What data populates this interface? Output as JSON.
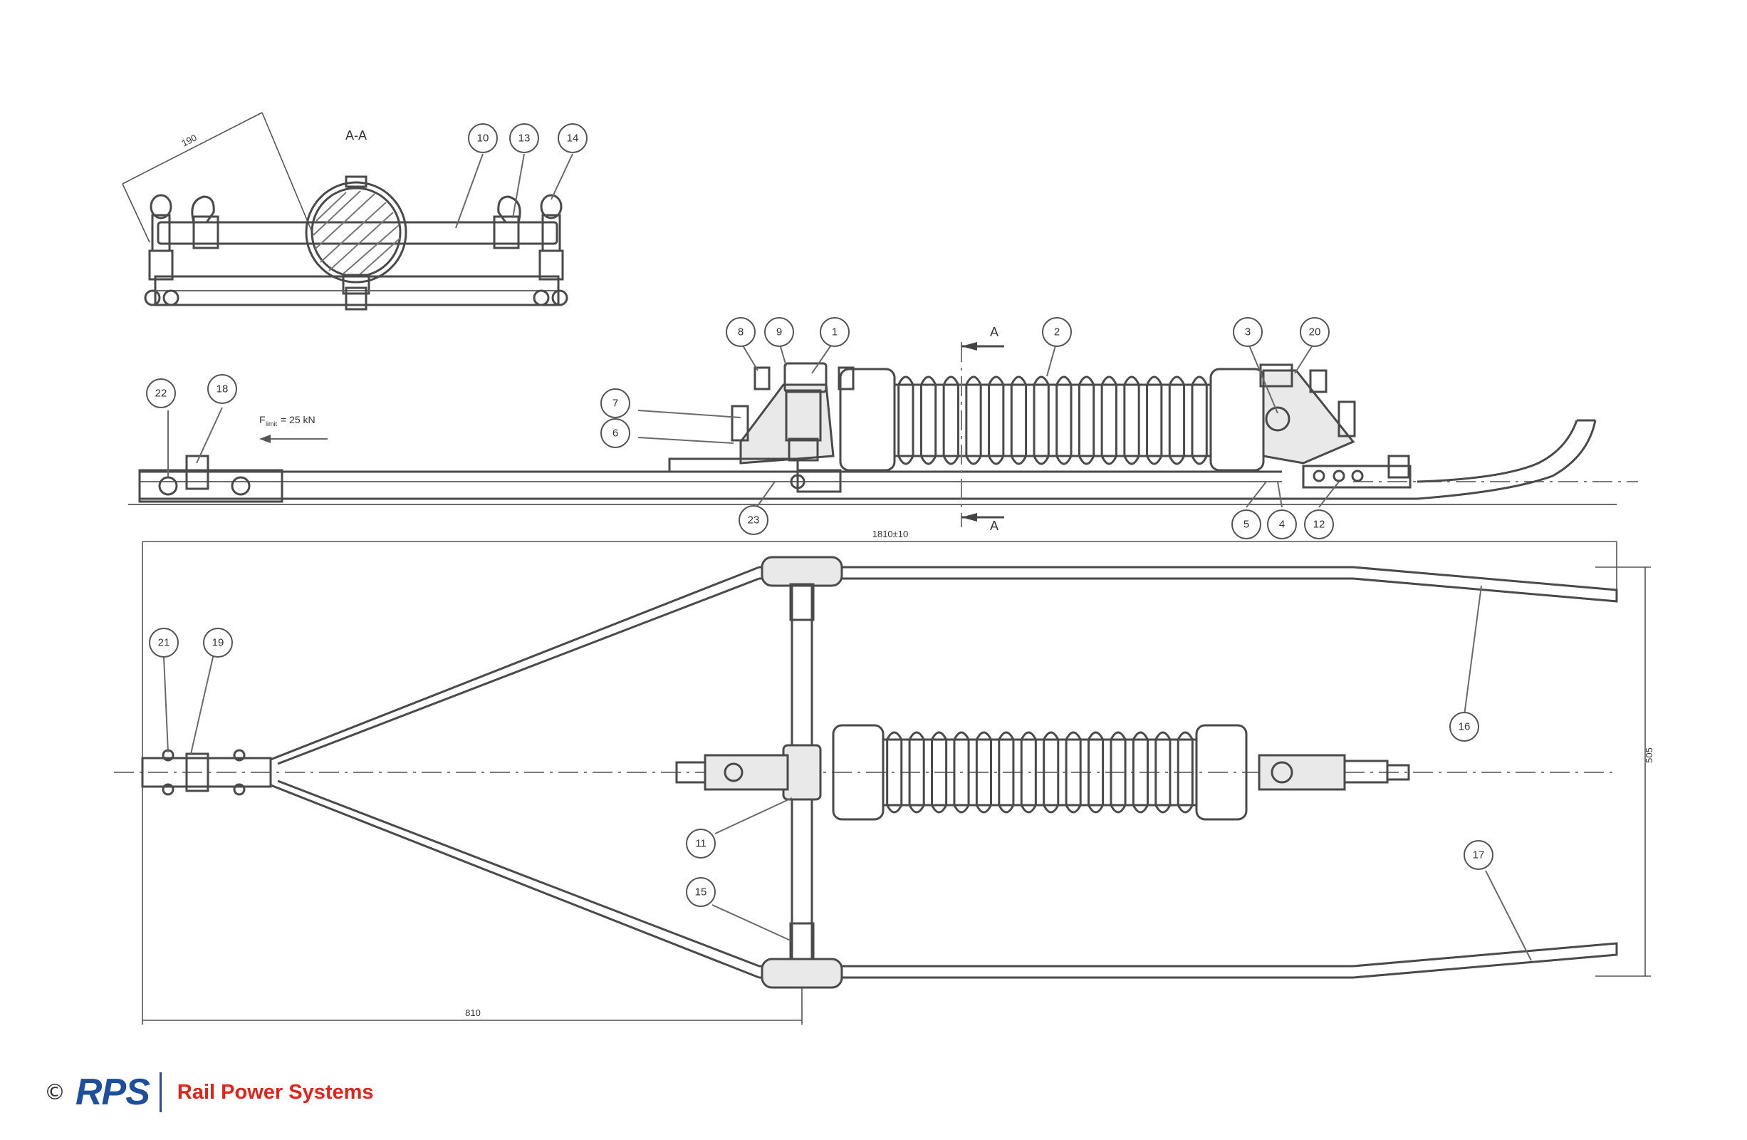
{
  "section_title": "A-A",
  "section_marker": "A",
  "force_label": "F",
  "force_sub": "limit",
  "force_value": "= 25 kN",
  "dimensions": {
    "d190": "190",
    "d1810": "1810±10",
    "d810": "810",
    "d505": "505"
  },
  "balloons": [
    "1",
    "2",
    "3",
    "4",
    "5",
    "6",
    "7",
    "8",
    "9",
    "10",
    "11",
    "12",
    "13",
    "14",
    "15",
    "16",
    "17",
    "18",
    "19",
    "20",
    "21",
    "22",
    "23"
  ],
  "copyright": "©",
  "logo_mark": "RPS",
  "logo_name": "Rail Power Systems",
  "colors": {
    "brand_blue": "#1e4f9c",
    "brand_red": "#e2231a"
  }
}
